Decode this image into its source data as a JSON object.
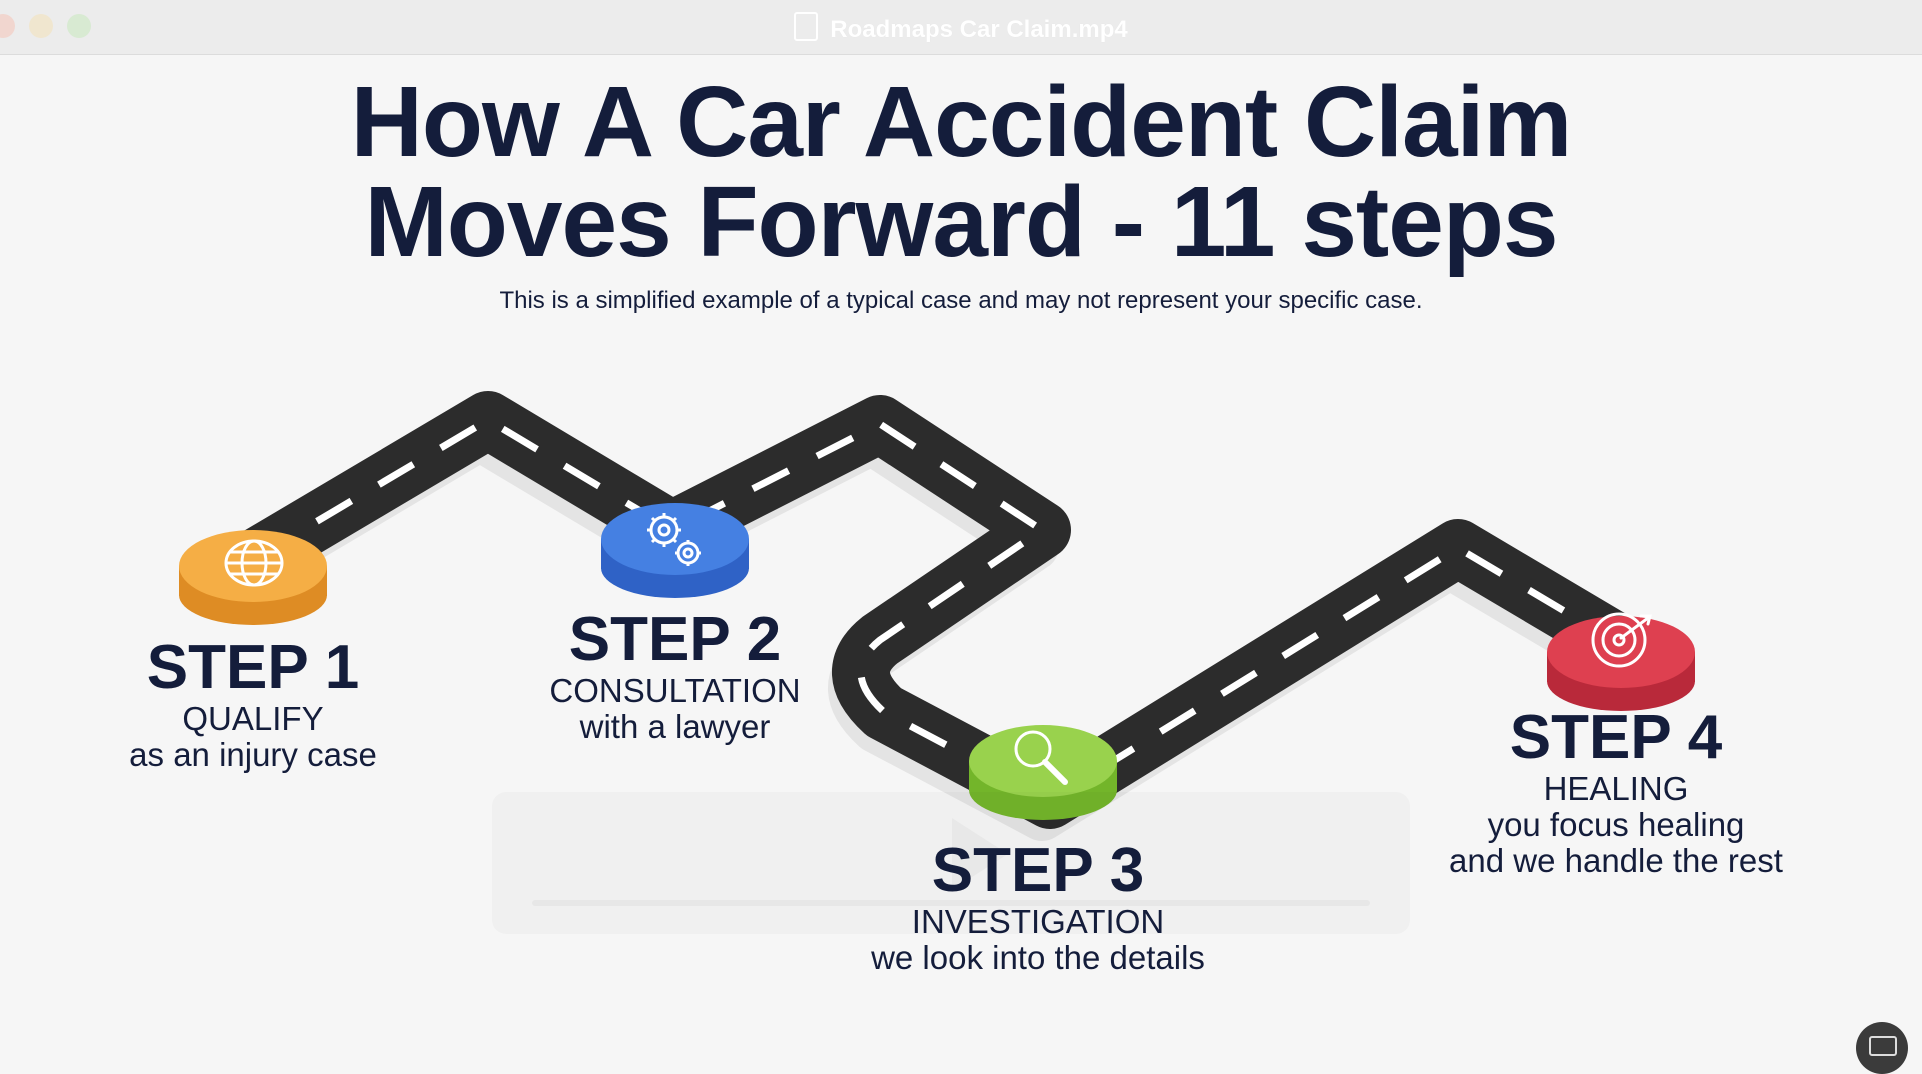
{
  "window": {
    "title": "Roadmaps Car Claim.mp4",
    "icon": "document-icon"
  },
  "content": {
    "title_line1": "How A Car Accident Claim",
    "title_line2": "Moves Forward - 11 steps",
    "subtitle": "This is a simplified example of a typical case and may not represent your specific case."
  },
  "steps": [
    {
      "label": "STEP 1",
      "name": "QUALIFY",
      "desc": "as an injury case",
      "icon": "globe-icon",
      "color": "#f5a83e"
    },
    {
      "label": "STEP 2",
      "name": "CONSULTATION",
      "desc": "with a lawyer",
      "icon": "gears-icon",
      "color": "#3f78de"
    },
    {
      "label": "STEP 3",
      "name": "INVESTIGATION",
      "desc": "we look into the details",
      "icon": "magnifier-icon",
      "color": "#8fcd43"
    },
    {
      "label": "STEP 4",
      "name": "HEALING",
      "desc": "you focus healing",
      "desc2": "and we handle the rest",
      "icon": "target-icon",
      "color": "#d63848"
    }
  ],
  "colors": {
    "title": "#141d3b",
    "road": "#2c2c2c",
    "road_shadow": "#e4e4e4",
    "background": "#f6f6f6"
  }
}
